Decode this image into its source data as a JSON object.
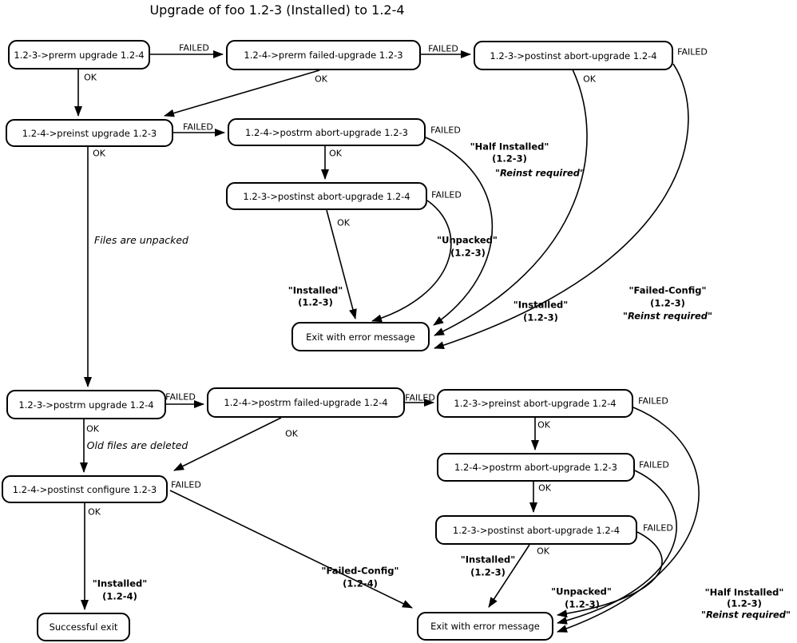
{
  "title": "Upgrade of foo 1.2-3 (Installed) to 1.2-4",
  "colors": {
    "background": "#ffffff",
    "line": "#000000",
    "text": "#000000",
    "node_fill": "#ffffff"
  },
  "diagram_type": "flowchart",
  "nodes": {
    "prerm_upgrade": {
      "label": "1.2-3->prerm upgrade 1.2-4"
    },
    "prerm_failed_upgrade": {
      "label": "1.2-4->prerm failed-upgrade 1.2-3"
    },
    "postinst_abort_upgrade_top": {
      "label": "1.2-3->postinst abort-upgrade 1.2-4"
    },
    "preinst_upgrade": {
      "label": "1.2-4->preinst upgrade 1.2-3"
    },
    "postrm_abort_upgrade_mid": {
      "label": "1.2-4->postrm abort-upgrade 1.2-3"
    },
    "postinst_abort_upgrade_mid": {
      "label": "1.2-3->postinst abort-upgrade 1.2-4"
    },
    "exit_error_mid": {
      "label": "Exit with error message"
    },
    "postrm_upgrade": {
      "label": "1.2-3->postrm upgrade 1.2-4"
    },
    "postrm_failed_upgrade": {
      "label": "1.2-4->postrm failed-upgrade 1.2-4"
    },
    "preinst_abort_upgrade": {
      "label": "1.2-3->preinst abort-upgrade 1.2-4"
    },
    "postrm_abort_upgrade_bottom": {
      "label": "1.2-4->postrm abort-upgrade 1.2-3"
    },
    "postinst_abort_upgrade_bottom": {
      "label": "1.2-3->postinst abort-upgrade 1.2-4"
    },
    "postinst_configure": {
      "label": "1.2-4->postinst configure 1.2-3"
    },
    "successful_exit": {
      "label": "Successful exit"
    },
    "exit_error_bottom": {
      "label": "Exit with error message"
    }
  },
  "edge_labels": {
    "failed": "FAILED",
    "ok": "OK"
  },
  "annotations": {
    "files_unpacked": "Files are unpacked",
    "old_files_deleted": "Old files are deleted",
    "half_installed_top": {
      "line1": "\"Half Installed\"",
      "line2": "(1.2-3)",
      "line3": "\"Reinst required\""
    },
    "unpacked_top": {
      "line1": "\"Unpacked\"",
      "line2": "(1.2-3)"
    },
    "installed_postinst_ok": {
      "line1": "\"Installed\"",
      "line2": "(1.2-3)"
    },
    "installed_c_ok": {
      "line1": "\"Installed\"",
      "line2": "(1.2-3)"
    },
    "failed_config_top": {
      "line1": "\"Failed-Config\"",
      "line2": "(1.2-3)",
      "line3": "\"Reinst required\""
    },
    "installed_configure": {
      "line1": "\"Installed\"",
      "line2": "(1.2-4)"
    },
    "failed_config_bottom": {
      "line1": "\"Failed-Config\"",
      "line2": "(1.2-4)"
    },
    "installed_bottom": {
      "line1": "\"Installed\"",
      "line2": "(1.2-3)"
    },
    "unpacked_bottom": {
      "line1": "\"Unpacked\"",
      "line2": "(1.2-3)"
    },
    "half_installed_bottom": {
      "line1": "\"Half Installed\"",
      "line2": "(1.2-3)",
      "line3": "\"Reinst required\""
    }
  }
}
